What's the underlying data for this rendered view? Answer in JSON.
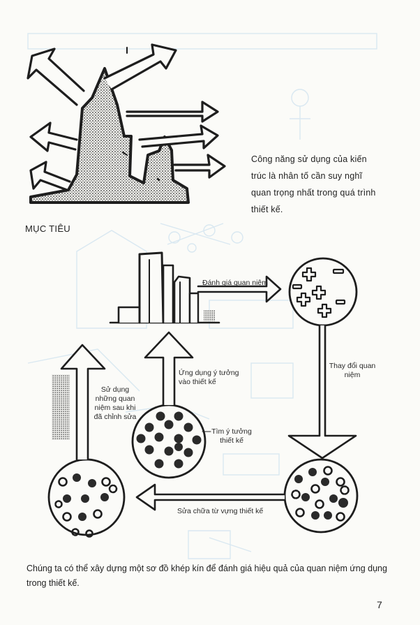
{
  "intro_text": "Công năng sử dụng của kiến trúc là nhân tố cần suy nghĩ quan trọng nhất trong quá trình thiết kế.",
  "section_label": "MỤC TIÊU",
  "diagram": {
    "label_evaluate": "Đánh giá quan niệm",
    "label_change": "Thay đổi quan niệm",
    "label_apply": "Ứng dụng ý tưởng vào thiết kế",
    "label_use_concepts": "Sử dụng những quan niệm sau khi đã chỉnh sửa",
    "label_find_ideas": "Tìm ý tưởng thiết kế",
    "label_fix_vocab": "Sửa chữa từ vựng thiết kế"
  },
  "caption": "Chúng ta có thể xây dựng một  sơ đồ khép kín để đánh giá hiệu quả của quan niệm ứng dụng trong thiết kế.",
  "page_number": "7",
  "colors": {
    "ink": "#1e1e1e",
    "ghost": "#d6e6f0",
    "paper": "#fbfbf8"
  }
}
